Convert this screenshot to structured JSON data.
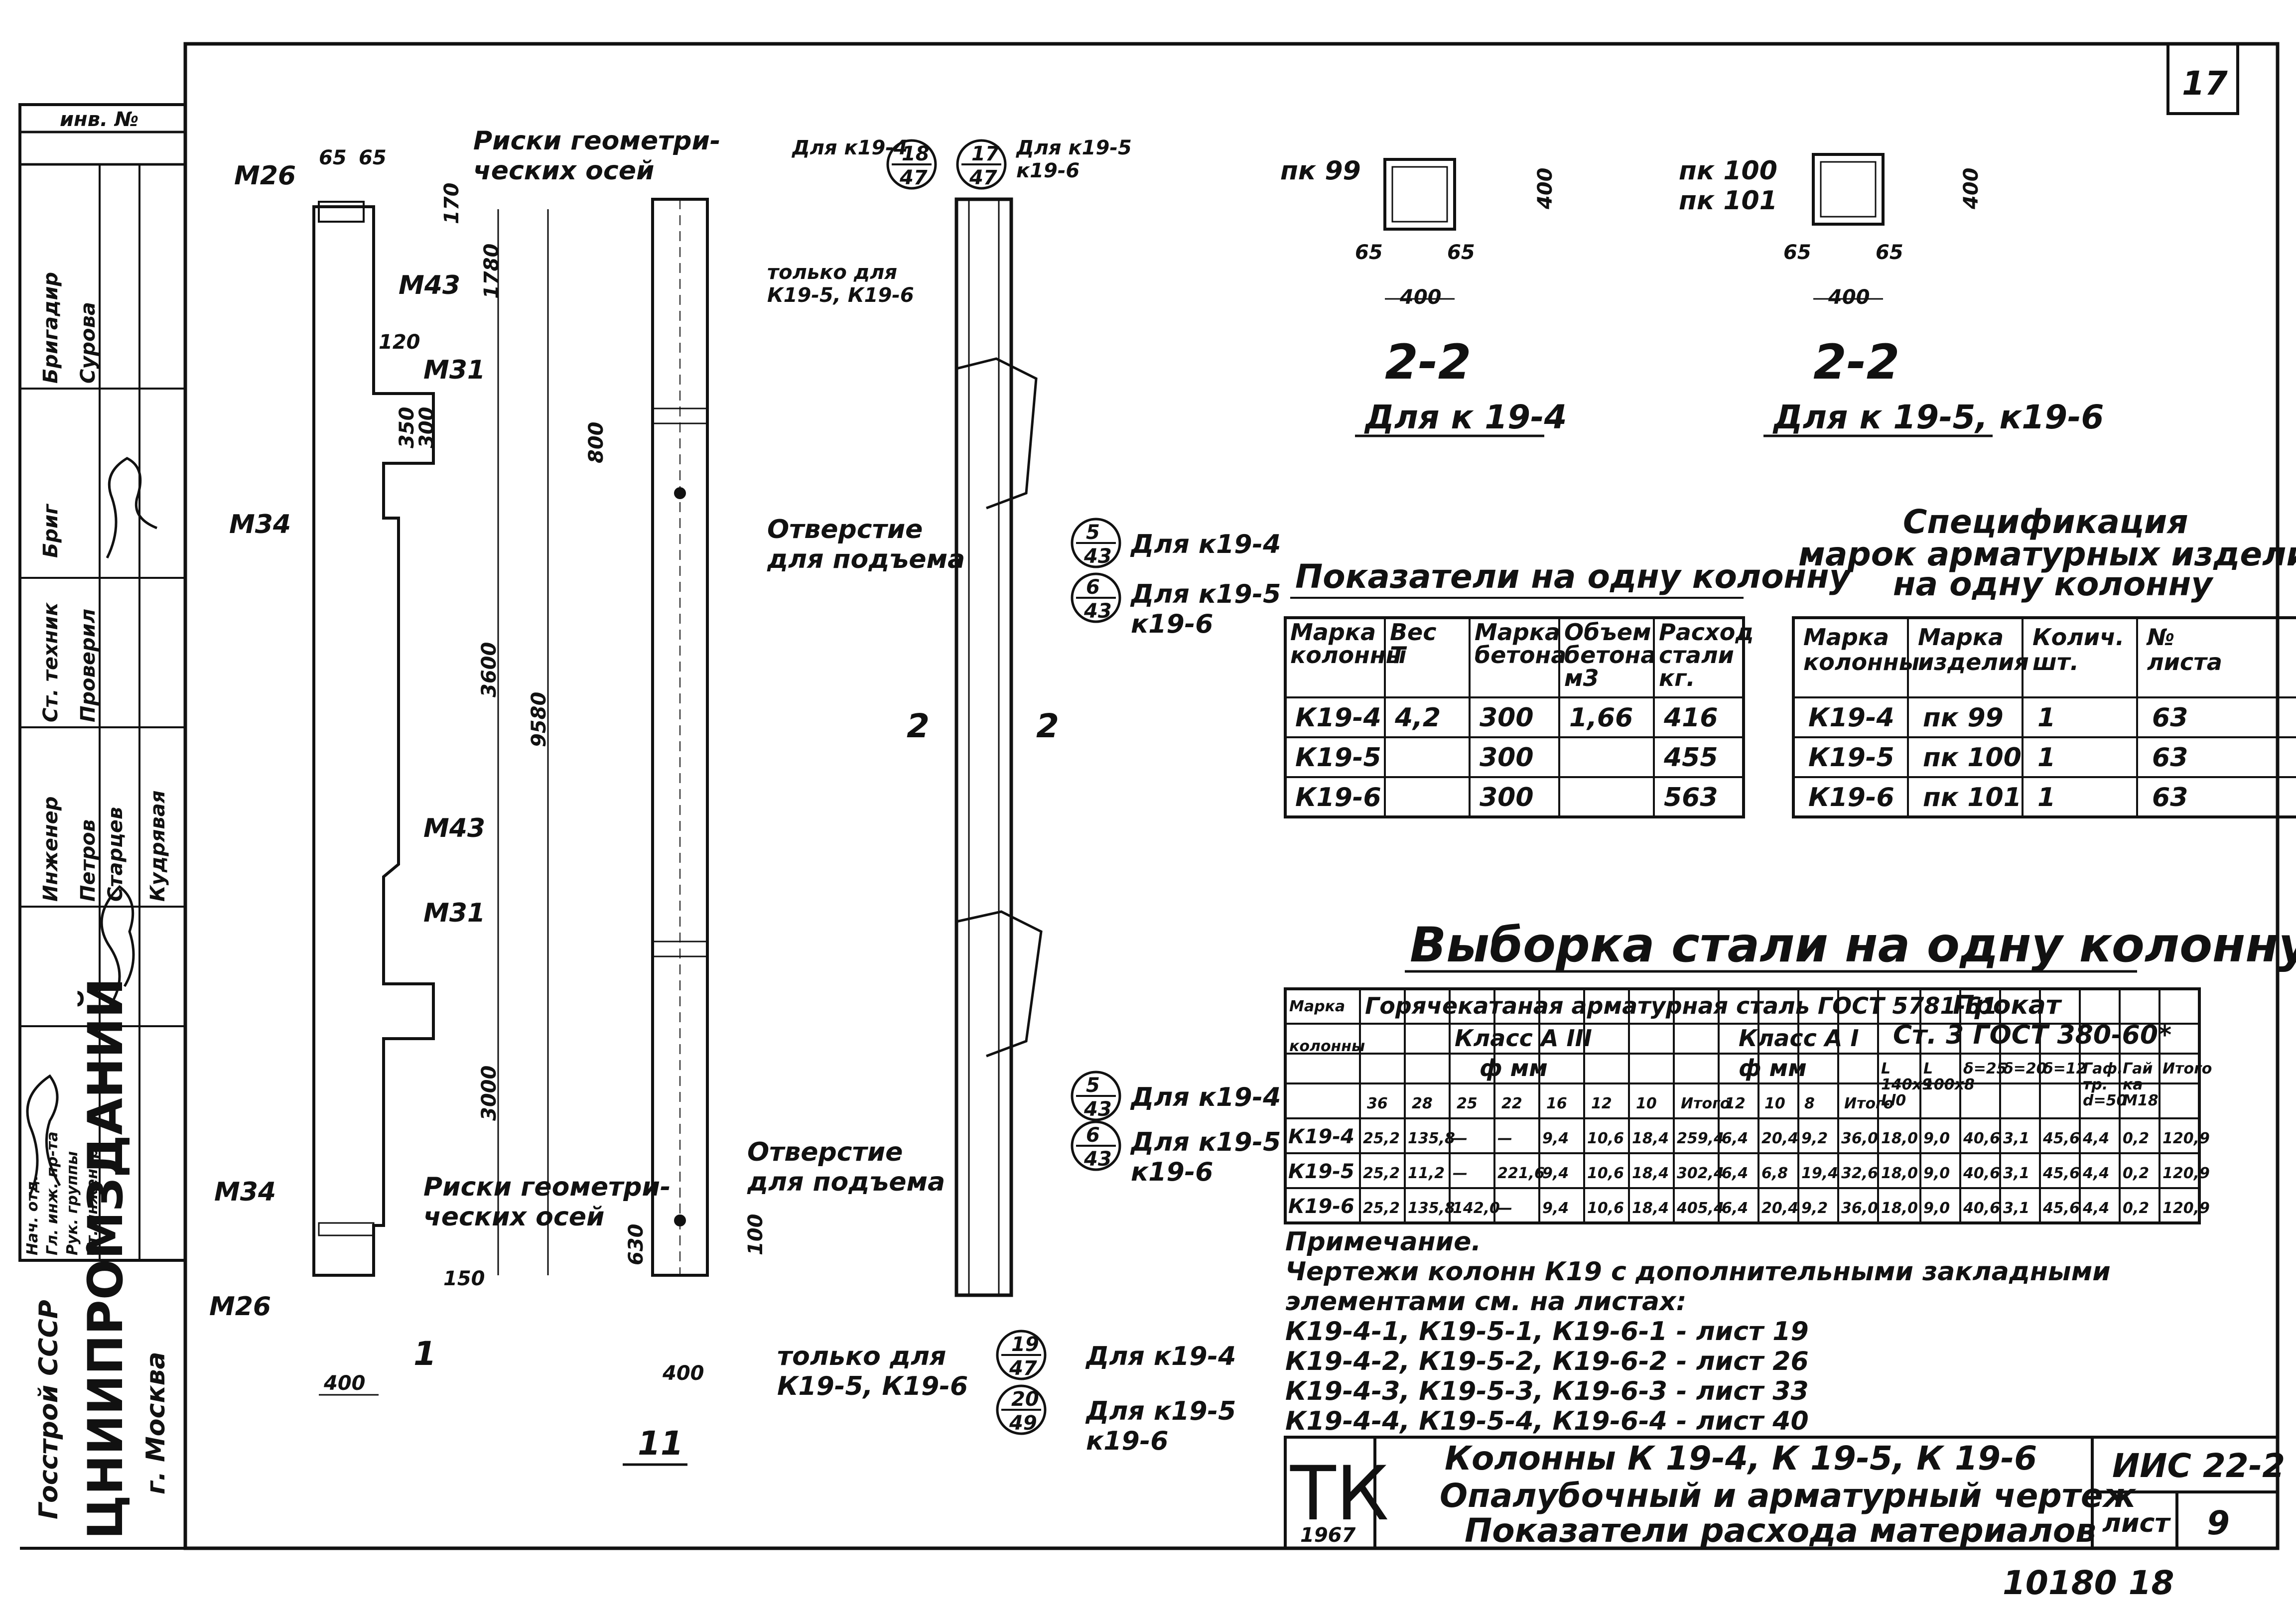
{
  "sheet_number": "17",
  "inventory_label": "инв. №",
  "stamp_left": {
    "rows": [
      {
        "role": "Бригадир",
        "name": "Сурова"
      },
      {
        "role": "Бриг",
        "name": ""
      },
      {
        "role": "Ст. техник",
        "name": "Проверил"
      },
      {
        "role": "Инженер",
        "name": "Петров"
      },
      {
        "role": "",
        "name": "Старцев"
      },
      {
        "role": "",
        "name": "Кудрявая"
      },
      {
        "role": "Нач. отд.",
        "name": ""
      },
      {
        "role": "Гл. инж. пр-та",
        "name": ""
      },
      {
        "role": "Рук. группы",
        "name": ""
      },
      {
        "role": "Ст. инженер",
        "name": ""
      }
    ],
    "org_top": "Госстрой СССР",
    "org_main": "ЦНИИПРОМЗДАНИЙ",
    "org_city": "г. Москва"
  },
  "drawing": {
    "section_11_label": "11",
    "view_1_label": "1",
    "section_2_label": "2",
    "risk_axes_label": "Риски геометри-\nческих осей",
    "hole_label": "Отверстие\nдля подъема",
    "only_k19_5_6": "только для\nК19-5, К19-6",
    "for_k19_4": "Для к19-4",
    "for_k19_5": "Для к19-5\nк19-6",
    "marks": [
      "М26",
      "М43",
      "М31",
      "М34",
      "М43",
      "М31",
      "М34",
      "М26"
    ],
    "dims": [
      "65",
      "65",
      "170",
      "1780",
      "120",
      "350",
      "300",
      "3600",
      "9580",
      "3000",
      "400",
      "150",
      "630",
      "100",
      "800"
    ],
    "bubbles": [
      {
        "num": "18",
        "den": "47"
      },
      {
        "num": "17",
        "den": "47"
      },
      {
        "num": "5",
        "den": "43"
      },
      {
        "num": "6",
        "den": "43"
      },
      {
        "num": "5",
        "den": "43"
      },
      {
        "num": "6",
        "den": "43"
      },
      {
        "num": "19",
        "den": "47"
      },
      {
        "num": "20",
        "den": "49"
      }
    ],
    "section_2_2a": {
      "title": "2-2",
      "for": "Для к 19-4",
      "part": "пк 99",
      "size": "400",
      "edge": "65"
    },
    "section_2_2b": {
      "title": "2-2",
      "for": "Для к 19-5, к19-6",
      "parts": "пк 100\nпк 101",
      "size": "400",
      "edge": "65"
    }
  },
  "indicators_table": {
    "title": "Показатели на одну колонну",
    "headers": [
      "Марка колонны",
      "Вес Т",
      "Марка бетона",
      "Объем бетона м3",
      "Расход стали кг."
    ],
    "rows": [
      [
        "К19-4",
        "4,2",
        "300",
        "1,66",
        "416"
      ],
      [
        "К19-5",
        "",
        "300",
        "",
        "455"
      ],
      [
        "К19-6",
        "",
        "300",
        "",
        "563"
      ]
    ]
  },
  "spec_table": {
    "title": "Спецификация марок арматурных изделий на одну колонну",
    "headers": [
      "Марка колонны",
      "Марка изделия",
      "Колич. шт.",
      "№ листа"
    ],
    "rows": [
      [
        "К19-4",
        "пк 99",
        "1",
        "63"
      ],
      [
        "К19-5",
        "пк 100",
        "1",
        "63"
      ],
      [
        "К19-6",
        "пк 101",
        "1",
        "63"
      ]
    ]
  },
  "steel_table": {
    "title": "Выборка стали на одну колонну, кг",
    "group_hot": "Горячекатаная арматурная сталь ГОСТ 5781-61",
    "group_prokat": "Прокат Ст. 3 ГОСТ 380-60*",
    "class_aiii": "Класс А III",
    "class_ai": "Класс А I",
    "diam": "ф мм",
    "col_mark": "Марка колонны",
    "sub_aiii": [
      "36",
      "28",
      "25",
      "22",
      "16",
      "12",
      "10",
      "Итого"
    ],
    "sub_ai": [
      "12",
      "10",
      "8",
      "Итого"
    ],
    "sub_prokat": [
      "L 140х9 Ll0",
      "L 100х8",
      "δ=25",
      "δ=20",
      "δ=12",
      "Гаф. тр. d=50",
      "Гай ка М18",
      "Итого"
    ],
    "rows": [
      [
        "К19-4",
        "25,2",
        "135,8",
        "—",
        "—",
        "9,4",
        "10,6",
        "18,4",
        "259,4",
        "6,4",
        "20,4",
        "9,2",
        "36,0",
        "18,0",
        "9,0",
        "40,6",
        "3,1",
        "45,6",
        "4,4",
        "0,2",
        "120,9"
      ],
      [
        "К19-5",
        "25,2",
        "11,2",
        "—",
        "221,6",
        "9,4",
        "10,6",
        "18,4",
        "302,4",
        "6,4",
        "6,8",
        "19,4",
        "32,6",
        "18,0",
        "9,0",
        "40,6",
        "3,1",
        "45,6",
        "4,4",
        "0,2",
        "120,9"
      ],
      [
        "К19-6",
        "25,2",
        "135,8",
        "142,0",
        "—",
        "9,4",
        "10,6",
        "18,4",
        "405,4",
        "6,4",
        "20,4",
        "9,2",
        "36,0",
        "18,0",
        "9,0",
        "40,6",
        "3,1",
        "45,6",
        "4,4",
        "0,2",
        "120,9"
      ]
    ]
  },
  "note": {
    "title": "Примечание.",
    "lines": [
      "Чертежи колонн К19 с дополнительными закладными",
      "элементами см. на листах:",
      "К19-4-1, К19-5-1, К19-6-1 - лист 19",
      "К19-4-2, К19-5-2, К19-6-2 - лист 26",
      "К19-4-3, К19-5-3, К19-6-3 - лист 33",
      "К19-4-4, К19-5-4, К19-6-4 - лист 40"
    ]
  },
  "title_block": {
    "logo": "ТК",
    "year": "1967",
    "title_lines": [
      "Колонны К 19-4, К 19-5, К 19-6",
      "Опалубочный и арматурный чертеж",
      "Показатели расхода материалов"
    ],
    "series": "ИИС 22-2",
    "sheet_label": "лист",
    "sheet_value": "9"
  },
  "archive_number": "10180 18"
}
